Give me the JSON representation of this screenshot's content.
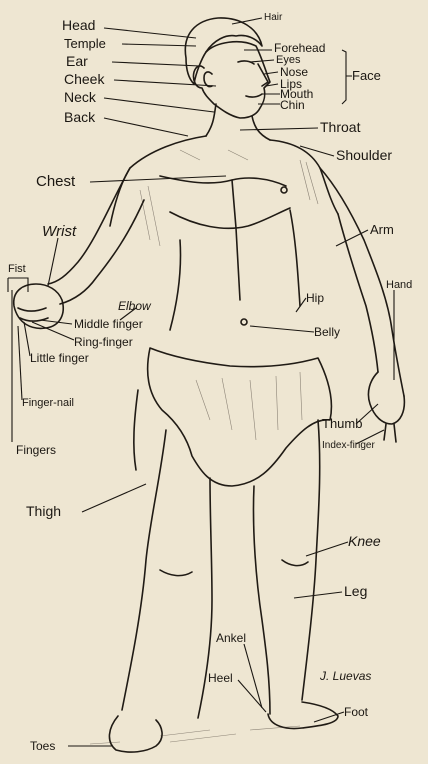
{
  "labels": {
    "head": "Head",
    "hair": "Hair",
    "temple": "Temple",
    "forehead": "Forehead",
    "eyes": "Eyes",
    "ear": "Ear",
    "nose": "Nose",
    "cheek": "Cheek",
    "lips": "Lips",
    "mouth": "Mouth",
    "chin": "Chin",
    "face": "Face",
    "neck": "Neck",
    "back": "Back",
    "throat": "Throat",
    "shoulder": "Shoulder",
    "chest": "Chest",
    "arm": "Arm",
    "wrist": "Wrist",
    "hand": "Hand",
    "fist": "Fist",
    "elbow": "Elbow",
    "hip": "Hip",
    "middle_finger": "Middle finger",
    "ring_finger": "Ring-finger",
    "belly": "Belly",
    "little_finger": "Little finger",
    "finger_nail": "Finger-nail",
    "thumb": "Thumb",
    "index_finger": "Index-finger",
    "fingers": "Fingers",
    "thigh": "Thigh",
    "knee": "Knee",
    "leg": "Leg",
    "ankle": "Ankel",
    "heel": "Heel",
    "foot": "Foot",
    "toes": "Toes"
  },
  "signature": "J. Luevas",
  "colors": {
    "paper": "#eee6d2",
    "ink": "#1b1712"
  }
}
